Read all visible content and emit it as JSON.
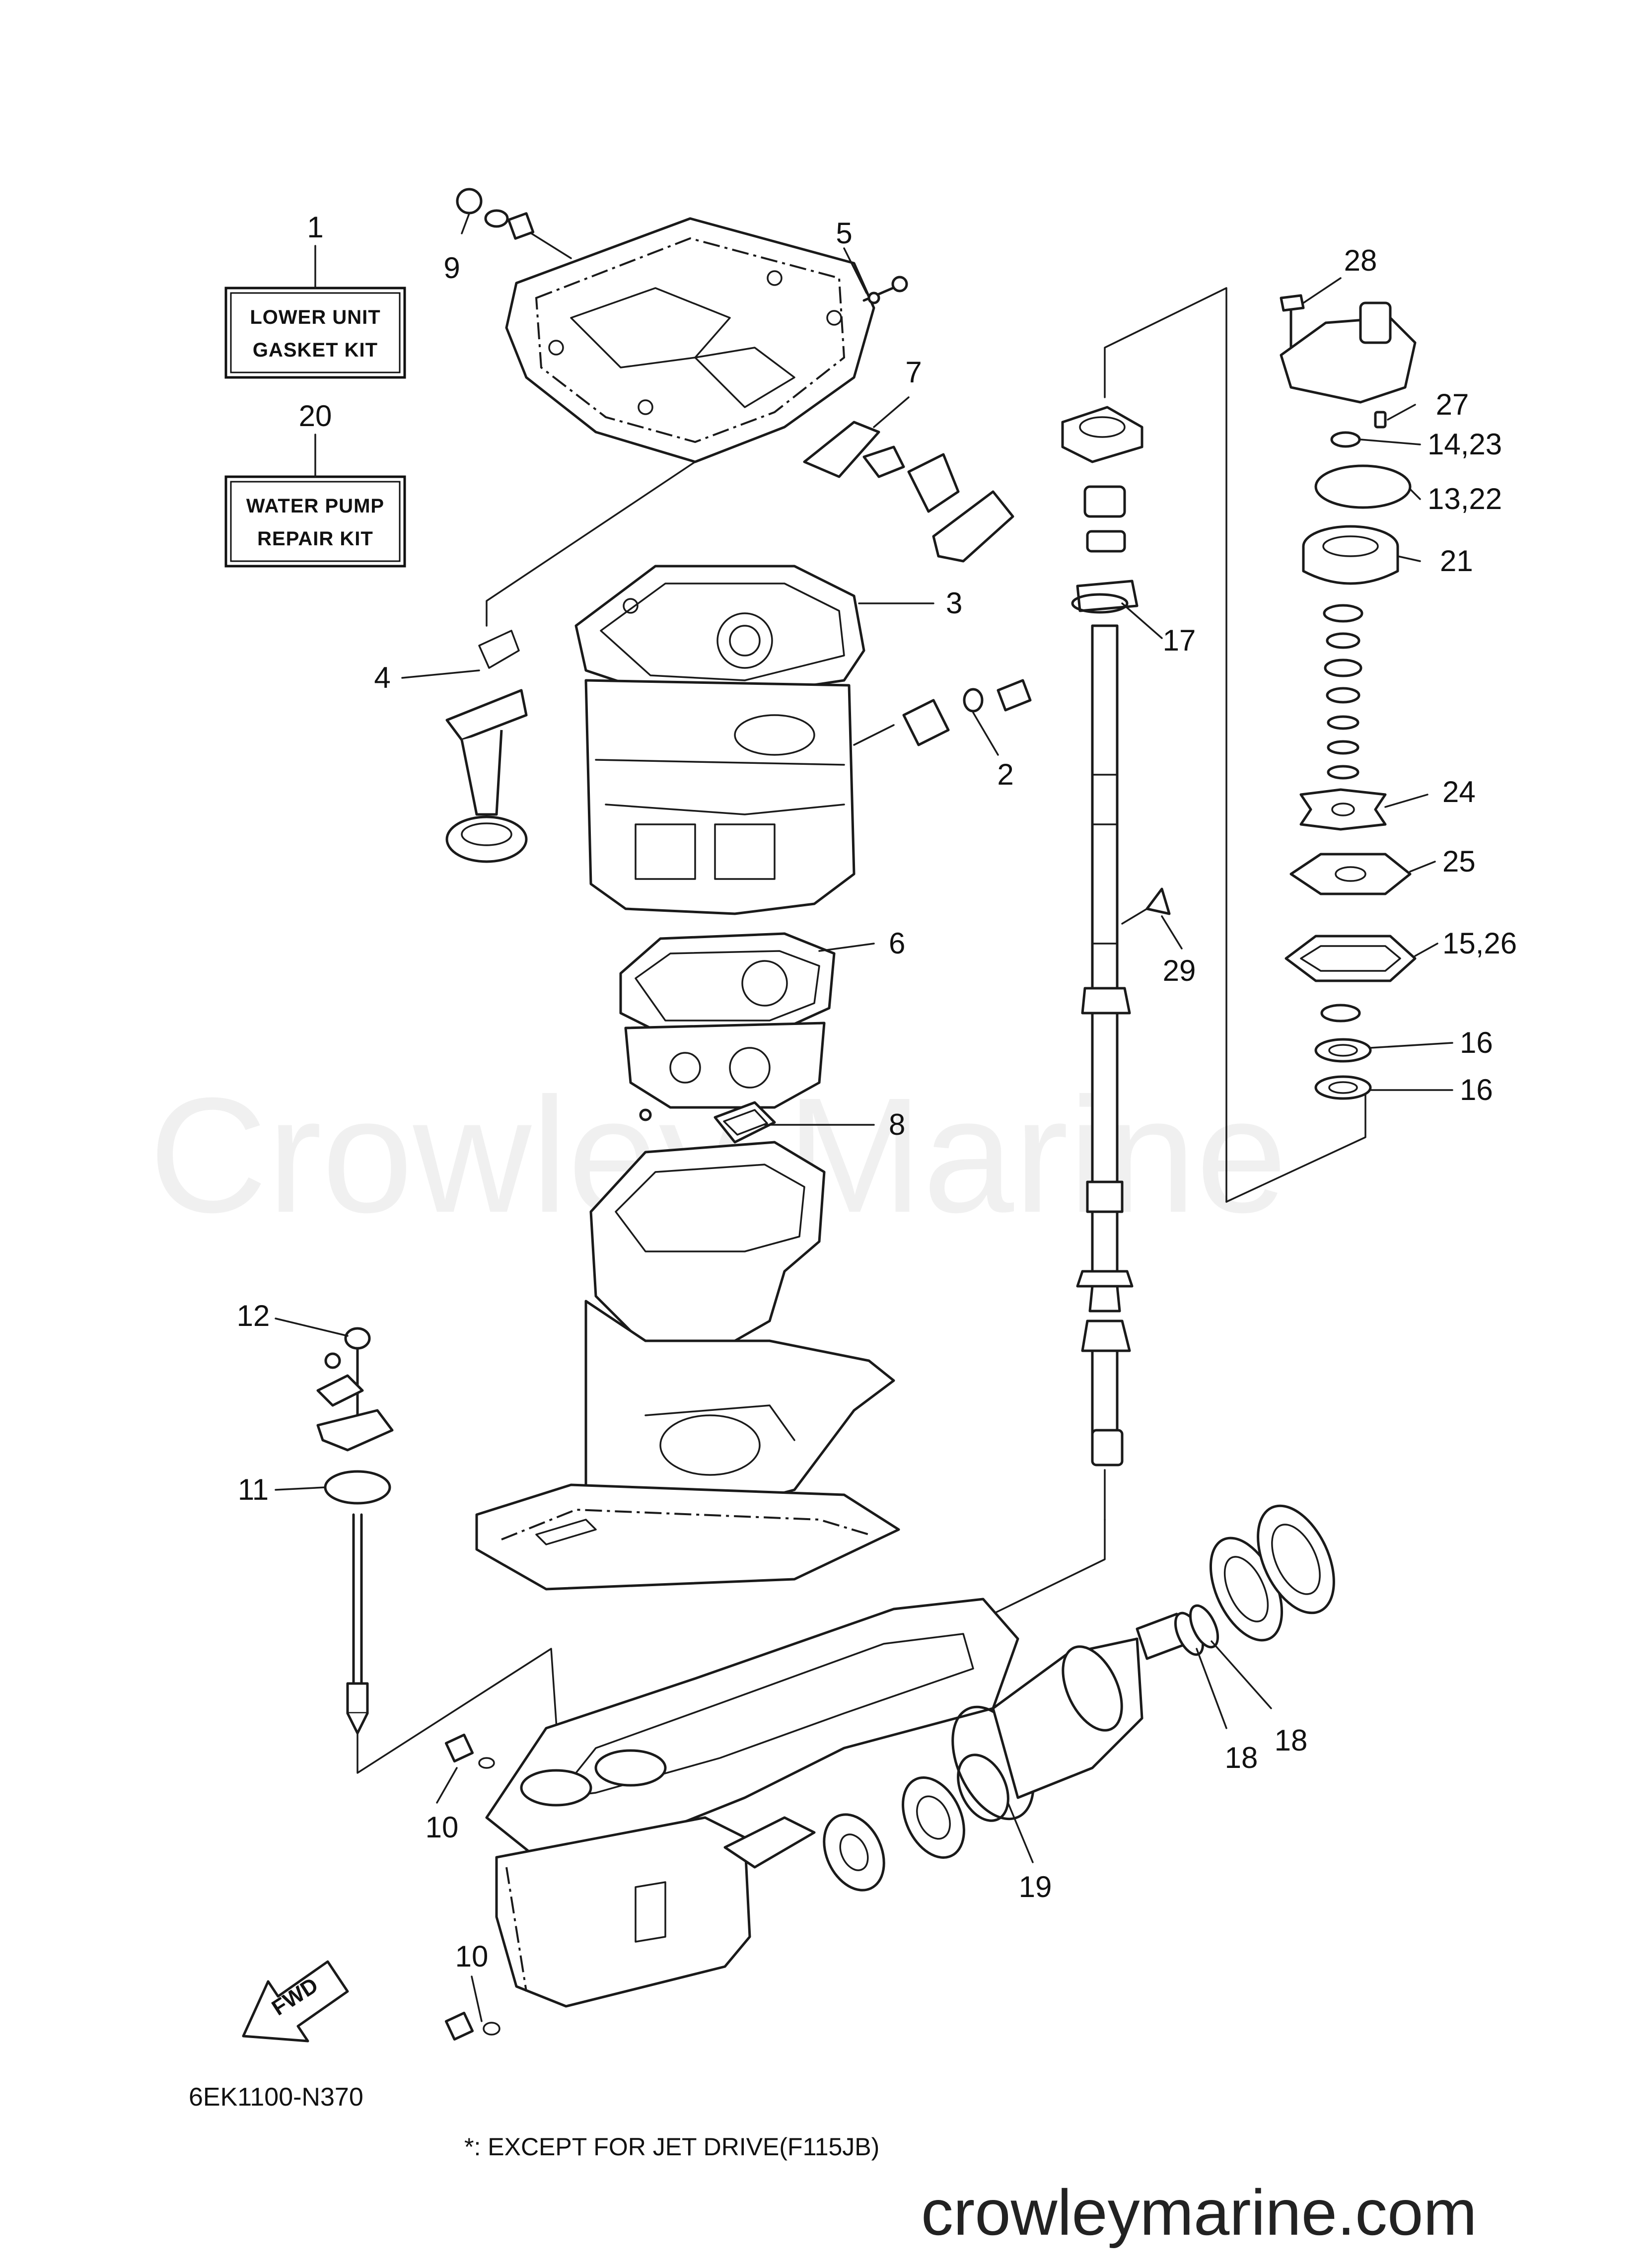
{
  "kits": [
    {
      "number": "1",
      "line1": "LOWER UNIT",
      "line2": "GASKET KIT"
    },
    {
      "number": "20",
      "line1": "WATER PUMP",
      "line2": "REPAIR KIT"
    }
  ],
  "callouts": {
    "c2": "2",
    "c3": "3",
    "c4": "4",
    "c5": "5",
    "c6": "6",
    "c7": "7",
    "c8": "8",
    "c9": "9",
    "c10a": "10",
    "c10b": "10",
    "c11": "11",
    "c12": "12",
    "c13_22": "13,22",
    "c14_23": "14,23",
    "c15_26": "15,26",
    "c16a": "16",
    "c16b": "16",
    "c17": "17",
    "c18a": "18",
    "c18b": "18",
    "c19": "19",
    "c21": "21",
    "c24": "24",
    "c25": "25",
    "c27": "27",
    "c28": "28",
    "c29": "29"
  },
  "diagram_code": "6EK1100-N370",
  "footnote": "*: EXCEPT FOR JET DRIVE(F115JB)",
  "fwd_label": "FWD",
  "watermark": "Crowley Marine",
  "website": "crowleymarine.com"
}
